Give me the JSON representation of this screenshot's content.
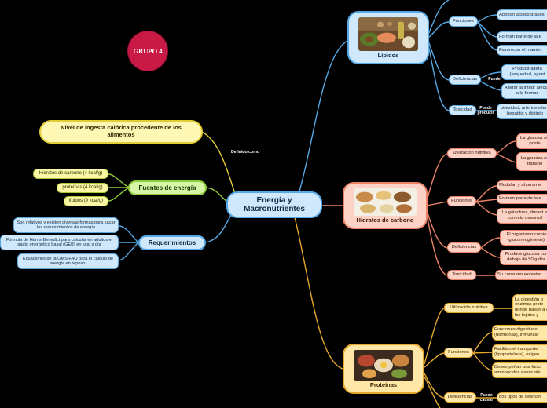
{
  "badge": "GRUPO 4",
  "center": "Energía y Macronutrientes",
  "left": {
    "definition": "Nivel de ingesta calórica procedente de los alimentos",
    "definition_link": "Definido como",
    "sources_title": "Fuentes de energía",
    "sources": [
      "Hidratos de carbono (4 kcal/g)",
      "proteínas (4 kcal/g)",
      "lípidos (9 kcal/g)"
    ],
    "requirements_title": "Requerimientos",
    "requirements": [
      "Son relativos y existen diversas formas para sacar los requerimientos de energía",
      "Fórmula de Harris-Benedict para calcular en adultos el gasto energético basal (GEB) en kcal x día",
      "Ecuaciones de la OMS/FAO para el calculo de energía en reposo."
    ]
  },
  "lipidos": {
    "title": "Lípidos",
    "functions_label": "Funciones",
    "functions": [
      "Aportan ácidos grasos",
      "Forman parte de la e",
      "Favorecen el manten"
    ],
    "deficiencies_label": "Deficiencias",
    "puede": "Puede",
    "deficiencies": [
      "Producir altera (sequedad, agriet",
      "Alterar la integr afectar a la formac"
    ],
    "toxicity_label": "Toxicidad",
    "puede_producir": "Puede producir",
    "toxicity": "obesidad, arterioesclero hepatitis y distinto"
  },
  "hidratos": {
    "title": "Hidratos de carbono",
    "use_label": "Utilización nutritiva",
    "use": [
      "La glucosa sin poste",
      "La glucosa se transpo"
    ],
    "functions_label": "Funciones",
    "functions": [
      "Modulan y ahorran el",
      "Forman parte de la e",
      "La galactosa, durant el correcto desarroll"
    ],
    "deficiencies_label": "Deficiencias",
    "deficiencies": [
      "El organismo comie (gluconeogénesis).",
      "Produce glucosa con debajo de 50 g/día."
    ],
    "toxicity_label": "Toxicidad",
    "toxicity": "Su consumo excesivo"
  },
  "proteinas": {
    "title": "Proteínas",
    "use_label": "Utilización nutritiva",
    "use": "La digestión p enzimas prote donde pasan a a los tejidos y",
    "functions_label": "Funciones",
    "functions": [
      "Funciones digestivas: (hormonas), inmunitar",
      "Facilitan el transporte (lipoproteínas), oxigen",
      "Desempeñan una funci aminoácidos esenciale"
    ],
    "deficiencies_label": "Deficiencias",
    "puede_causar": "Puede causar",
    "deficiencies": "dos tipos de desnutri"
  },
  "colors": {
    "background": "#000000",
    "blue": "#56a9e6",
    "yellow": "#e4cd34",
    "green": "#8ecb3d",
    "red": "#ec8268",
    "orange": "#e5a82e",
    "badge": "#c91a45"
  }
}
